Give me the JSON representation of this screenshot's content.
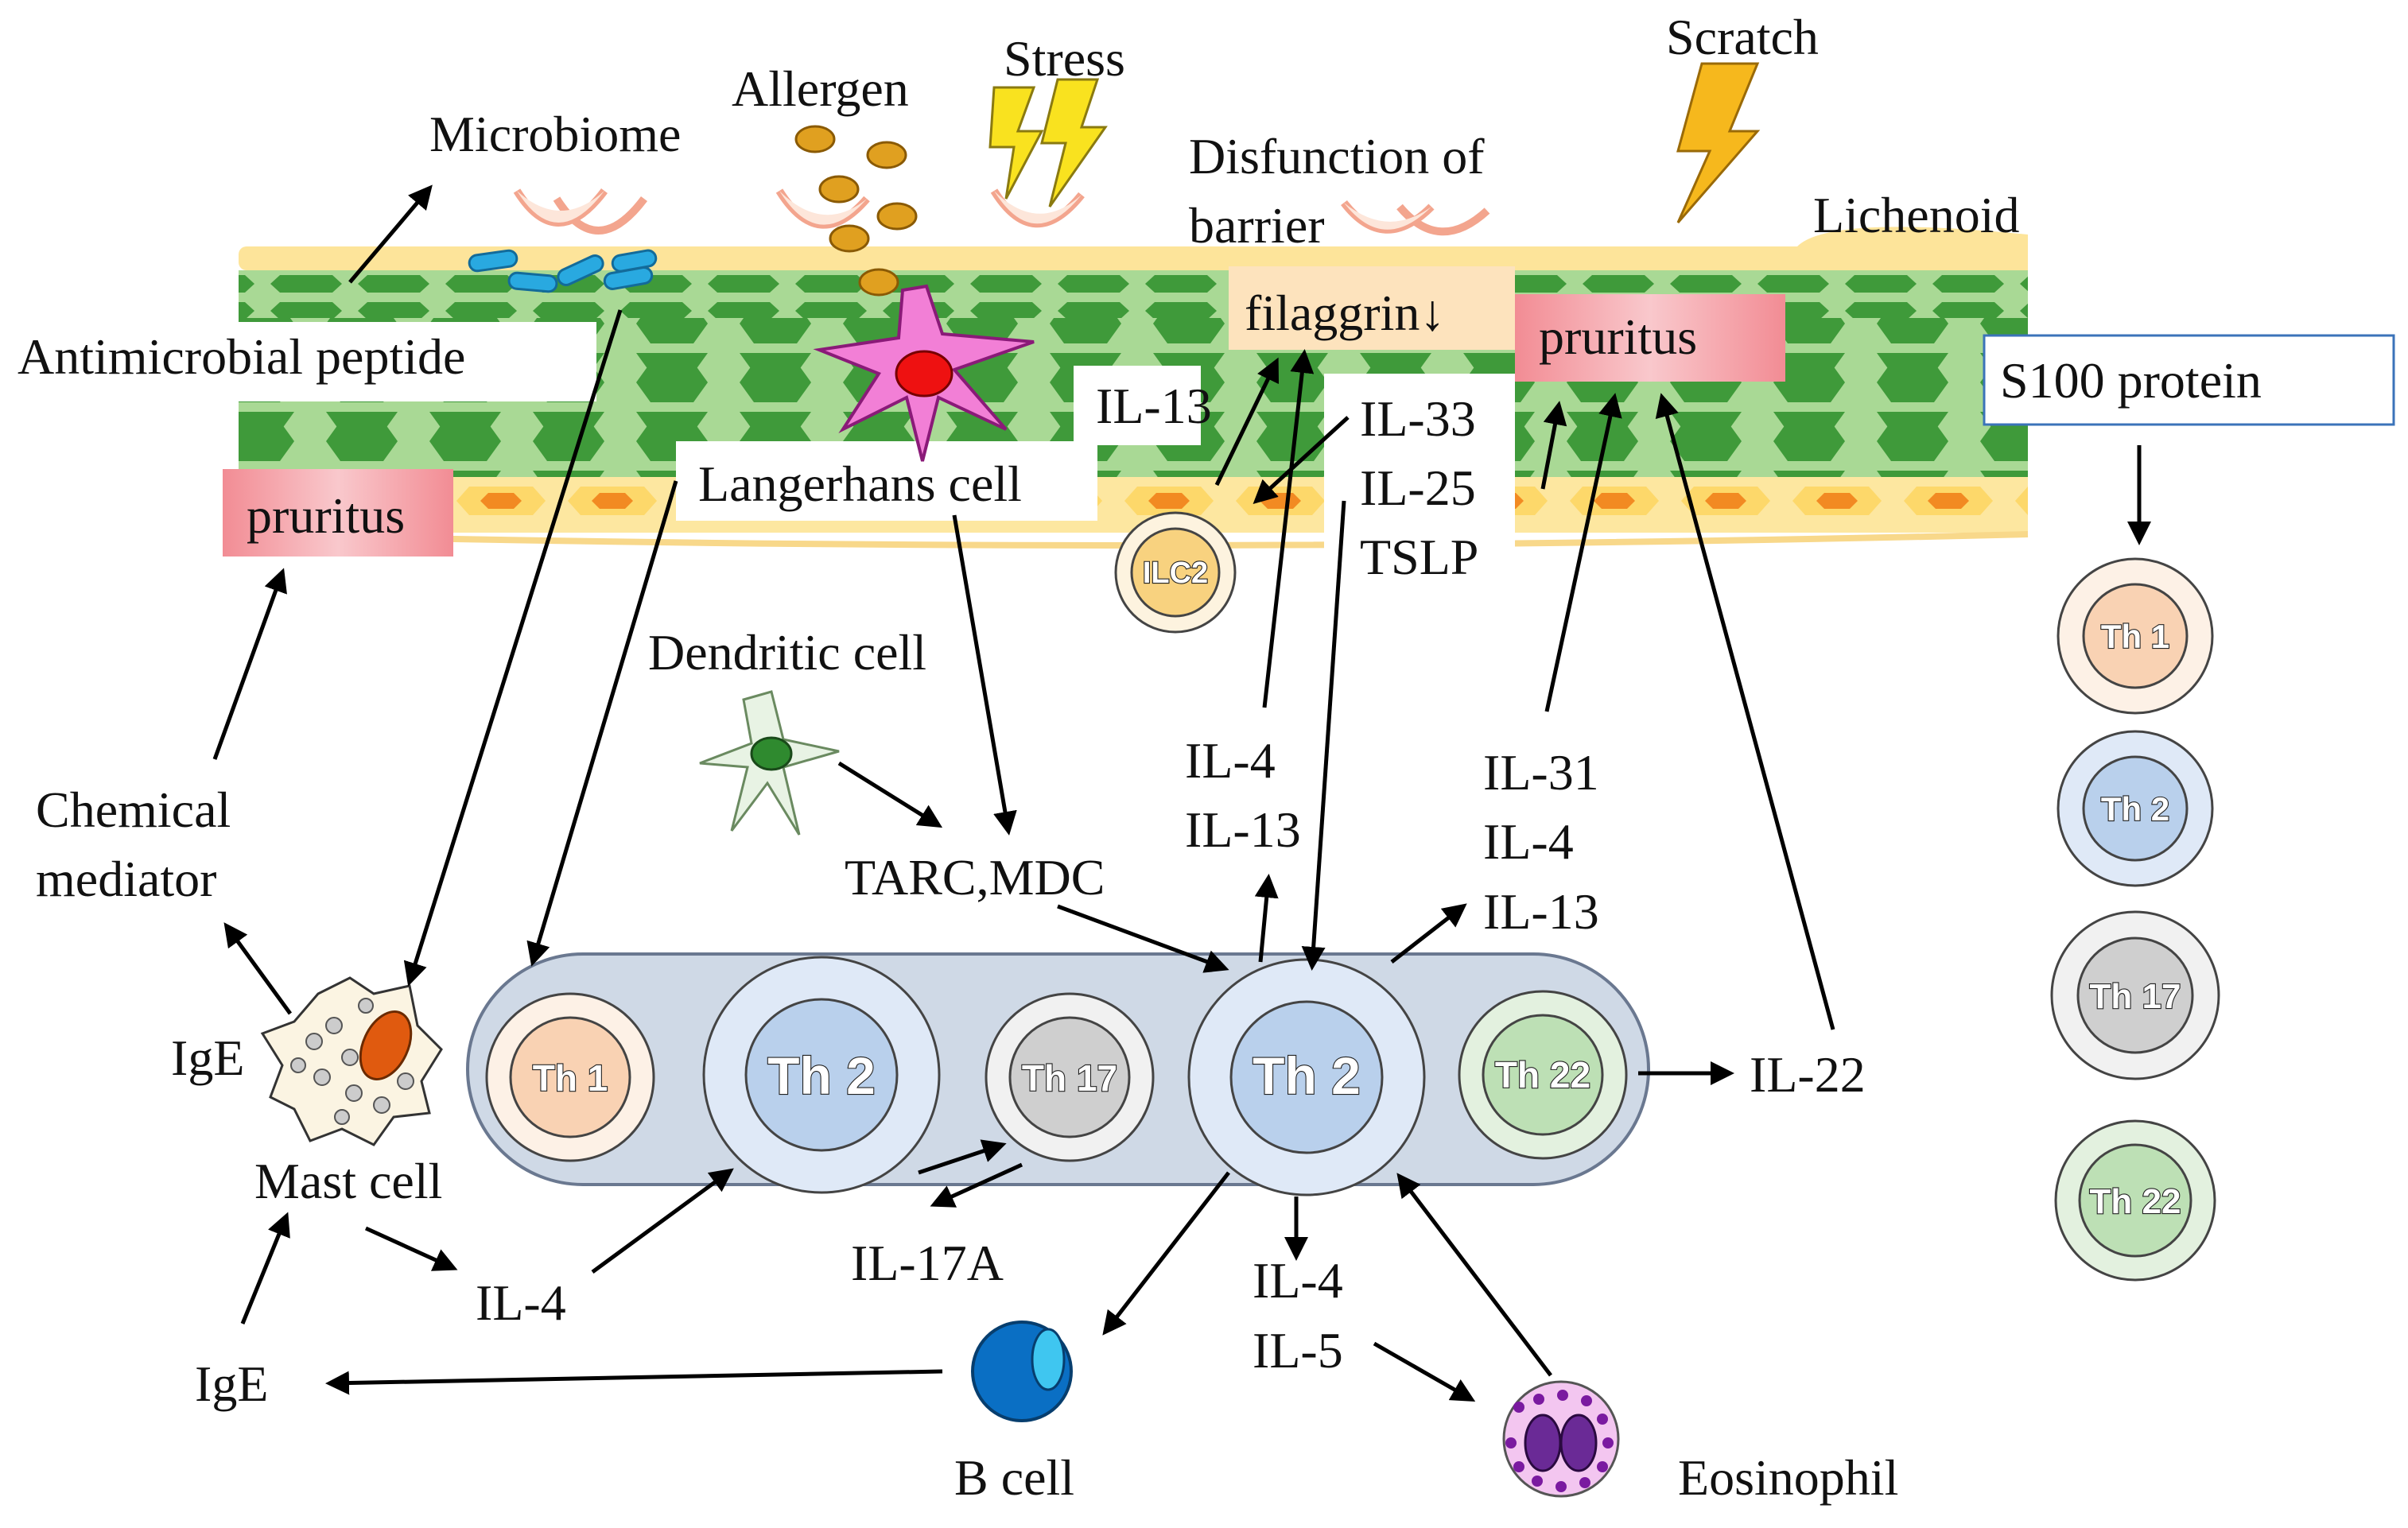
{
  "labels": {
    "microbiome": "Microbiome",
    "allergen": "Allergen",
    "stress": "Stress",
    "scratch": "Scratch",
    "barrier_line1": "Disfunction of",
    "barrier_line2": "barrier",
    "lichenoid": "Lichenoid",
    "antimicrobial": "Antimicrobial peptide",
    "filaggrin": "filaggrin↓",
    "pruritus": "pruritus",
    "s100": "S100 protein",
    "il13": "IL-13",
    "il33": "IL-33",
    "il25": "IL-25",
    "tslp": "TSLP",
    "langerhans": "Langerhans cell",
    "ilc2": "ILC2",
    "dendritic": "Dendritic cell",
    "il4": "IL-4",
    "il31": "IL-31",
    "il5": "IL-5",
    "il17a": "IL-17A",
    "il22": "IL-22",
    "tarc": "TARC,MDC",
    "chemical_line1": "Chemical",
    "chemical_line2": "mediator",
    "ige": "IgE",
    "mast": "Mast cell",
    "bcell": "B cell",
    "eosinophil": "Eosinophil"
  },
  "th_cells": {
    "th1": "Th 1",
    "th2": "Th 2",
    "th17": "Th 17",
    "th22": "Th 22"
  },
  "colors": {
    "th1": "#f9d2b3",
    "th2": "#b9d0ec",
    "th17": "#cfcfcf",
    "th22": "#bde0b5",
    "pruritus": "#f7a8ad",
    "filaggrin": "#fde3bd",
    "ilc2": "#f8d27f",
    "skin_cell": "#3f9a3a",
    "skin_bg": "#9ed28a",
    "basal": "#fde07d",
    "basal_nucleus": "#f28a22",
    "lightning": "#f6b81d"
  }
}
